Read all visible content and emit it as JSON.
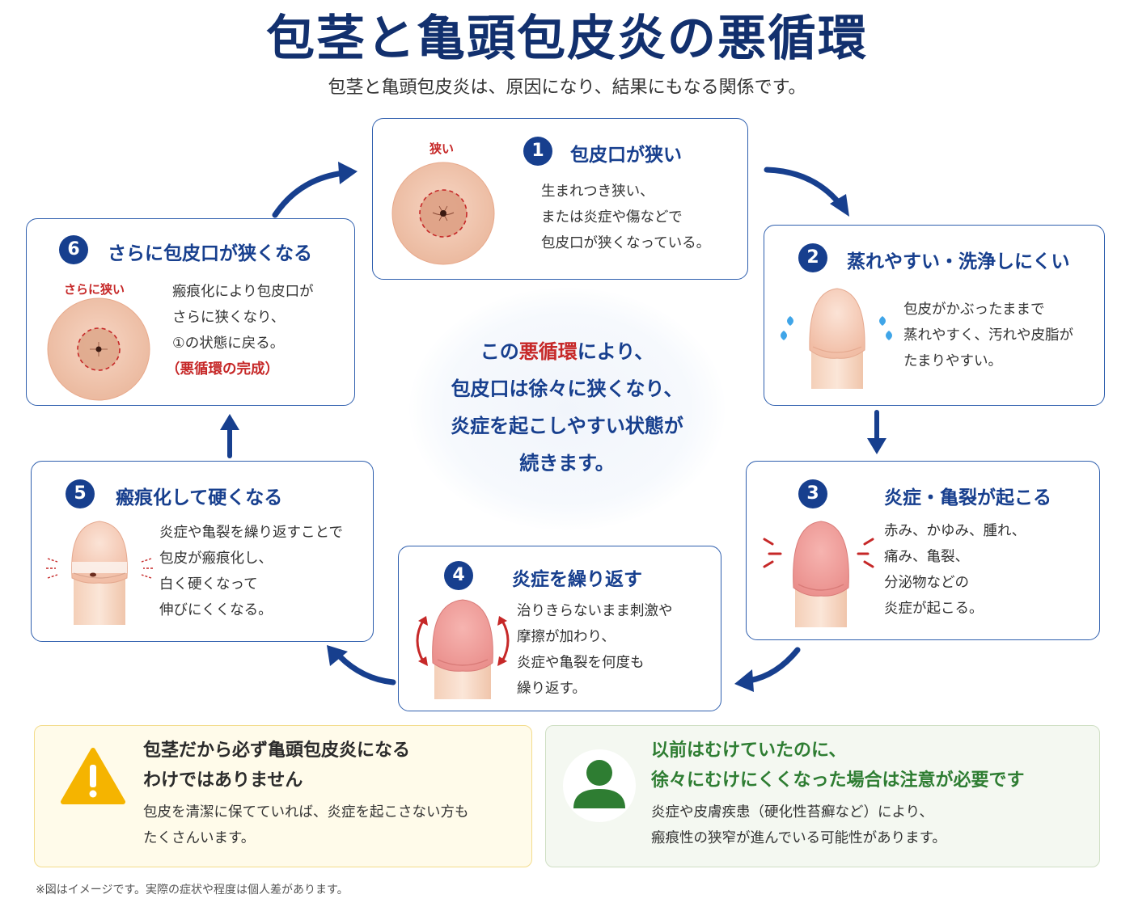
{
  "title": "包茎と亀頭包皮炎の悪循環",
  "subtitle": "包茎と亀頭包皮炎は、原因になり、結果にもなる関係です。",
  "steps": [
    {
      "num": "1",
      "title": "包皮口が狭い",
      "tag": "狭い",
      "lines": [
        "生まれつき狭い、",
        "または炎症や傷などで",
        "包皮口が狭くなっている。"
      ]
    },
    {
      "num": "2",
      "title": "蒸れやすい・洗浄しにくい",
      "lines": [
        "包皮がかぶったままで",
        "蒸れやすく、汚れや皮脂が",
        "たまりやすい。"
      ]
    },
    {
      "num": "3",
      "title": "炎症・亀裂が起こる",
      "lines": [
        "赤み、かゆみ、腫れ、",
        "痛み、亀裂、",
        "分泌物などの",
        "炎症が起こる。"
      ]
    },
    {
      "num": "4",
      "title": "炎症を繰り返す",
      "lines": [
        "治りきらないまま刺激や",
        "摩擦が加わり、",
        "炎症や亀裂を何度も",
        "繰り返す。"
      ]
    },
    {
      "num": "5",
      "title": "瘢痕化して硬くなる",
      "lines": [
        "炎症や亀裂を繰り返すことで",
        "包皮が瘢痕化し、",
        "白く硬くなって",
        "伸びにくくなる。"
      ]
    },
    {
      "num": "6",
      "title": "さらに包皮口が狭くなる",
      "tag": "さらに狭い",
      "lines": [
        "瘢痕化により包皮口が",
        "さらに狭くなり、",
        "①の状態に戻る。"
      ],
      "highlight": "（悪循環の完成）"
    }
  ],
  "center": {
    "line1_pre": "この",
    "line1_red": "悪循環",
    "line1_post": "により、",
    "line2": "包皮口は徐々に狭くなり、",
    "line3": "炎症を起こしやすい状態が",
    "line4": "続きます。"
  },
  "notes": {
    "left": {
      "icon": "warning-icon",
      "title1": "包茎だから必ず亀頭包皮炎になる",
      "title2": "わけではありません",
      "body1": "包皮を清潔に保てていれば、炎症を起こさない方も",
      "body2": "たくさんいます。",
      "color": "#f5b400"
    },
    "right": {
      "icon": "person-icon",
      "title1": "以前はむけていたのに、",
      "title2": "徐々にむけにくくなった場合は注意が必要です",
      "body1": "炎症や皮膚疾患（硬化性苔癬など）により、",
      "body2": "瘢痕性の狭窄が進んでいる可能性があります。",
      "color": "#2e7d32"
    }
  },
  "footnote": "※図はイメージです。実際の症状や程度は個人差があります。",
  "colors": {
    "navy": "#173f8e",
    "red": "#c62828",
    "skin": "#f3c9b4"
  }
}
